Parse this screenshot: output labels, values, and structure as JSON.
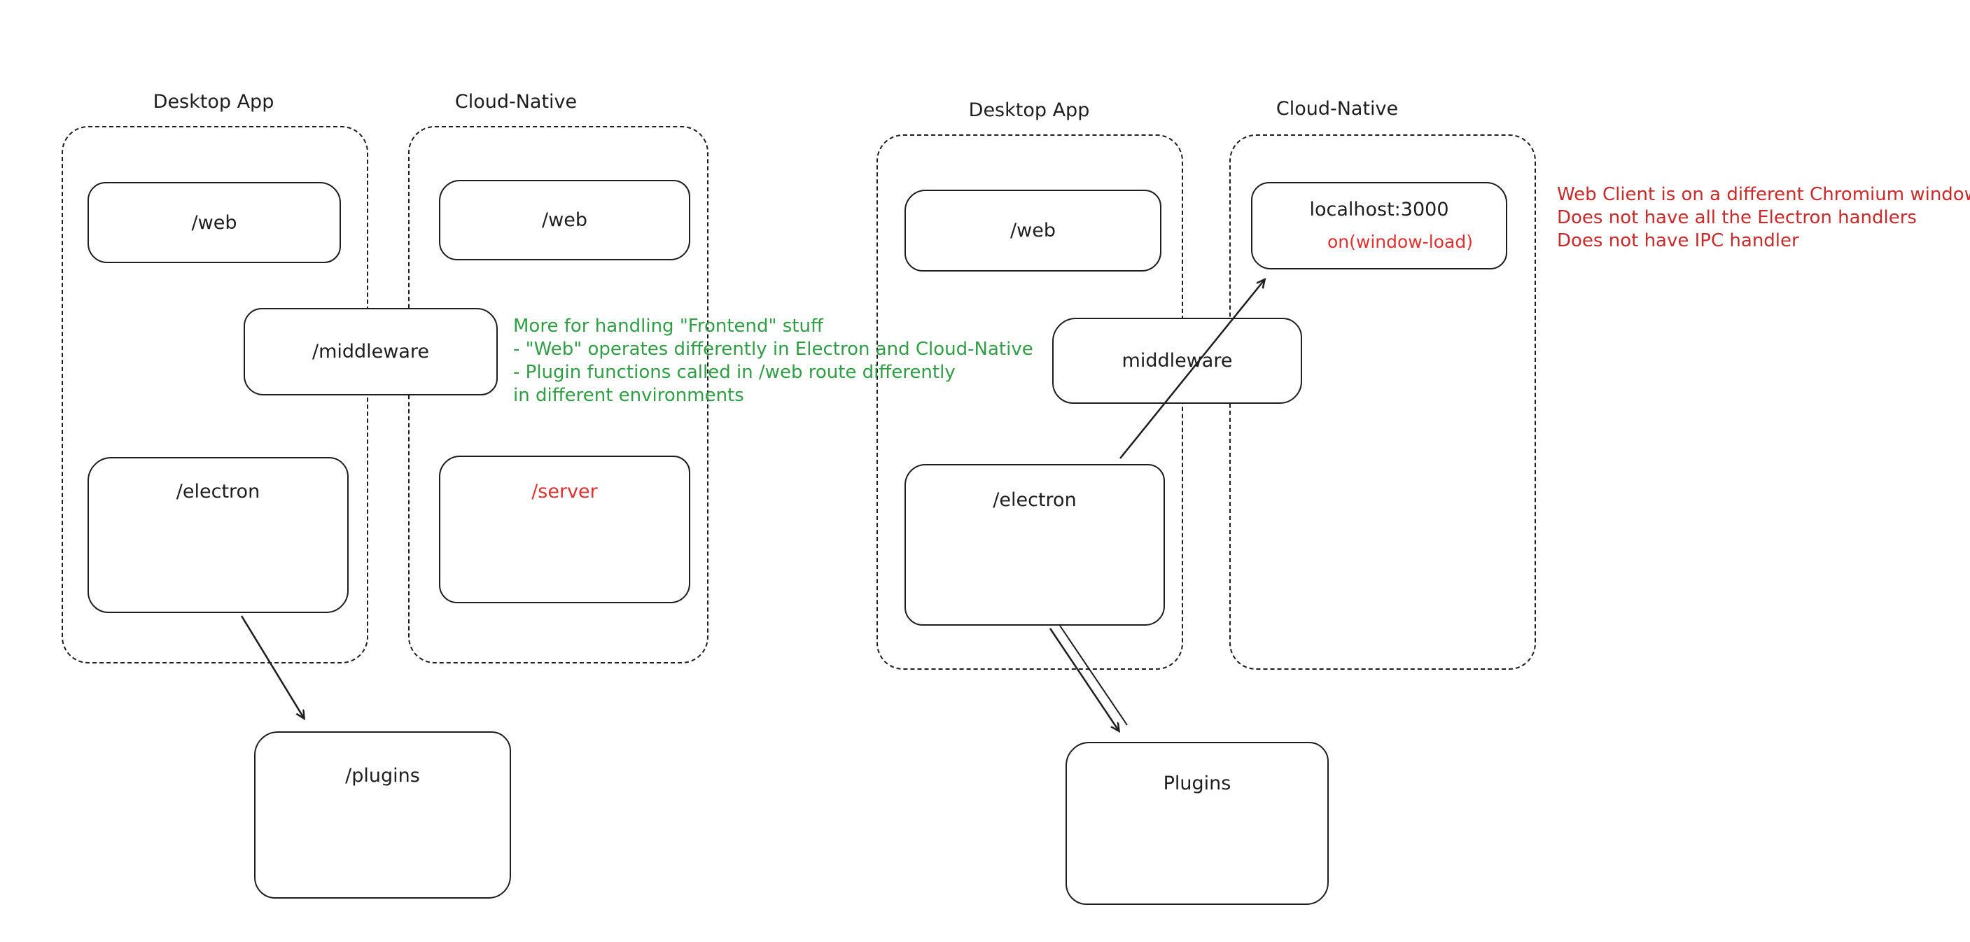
{
  "colors": {
    "stroke": "#1e1e1e",
    "red": "#e03131",
    "green": "#2f9e44",
    "background": "#ffffff"
  },
  "left": {
    "desktop_label": "Desktop App",
    "cloud_label": "Cloud-Native",
    "web_desktop": "/web",
    "web_cloud": "/web",
    "middleware": "/middleware",
    "electron": "/electron",
    "server": "/server",
    "plugins": "/plugins",
    "note": [
      "More for handling \"Frontend\" stuff",
      "- \"Web\" operates differently in Electron and Cloud-Native",
      "- Plugin functions called in /web route differently",
      "in different environments"
    ]
  },
  "right": {
    "desktop_label": "Desktop App",
    "cloud_label": "Cloud-Native",
    "web": "/web",
    "localhost": "localhost:3000",
    "window_load": "on(window-load)",
    "middleware": "middleware",
    "electron": "/electron",
    "plugins": "Plugins",
    "note": [
      "Web Client is on a different Chromium window",
      "Does not have all the Electron handlers",
      "Does not have IPC handler"
    ]
  }
}
